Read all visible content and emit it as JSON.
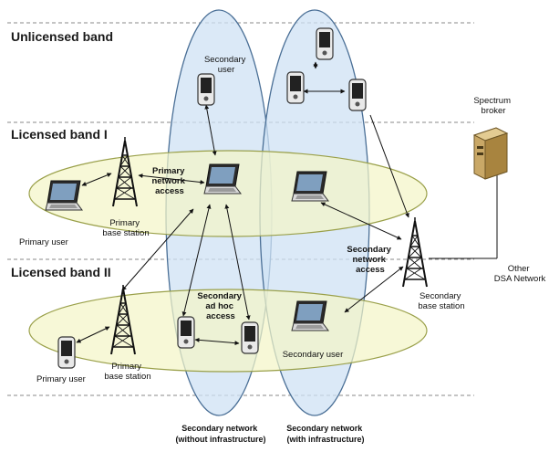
{
  "bands": {
    "unlicensed": "Unlicensed band",
    "licensed_1": "Licensed band I",
    "licensed_2": "Licensed band II"
  },
  "labels": {
    "secondary_user_top_1": "Secondary",
    "secondary_user_top_2": "user",
    "spectrum_broker_1": "Spectrum",
    "spectrum_broker_2": "broker",
    "primary_network_access_1": "Primary",
    "primary_network_access_2": "network",
    "primary_network_access_3": "access",
    "primary_user_1": "Primary user",
    "primary_base_station_1a": "Primary",
    "primary_base_station_1b": "base station",
    "secondary_network_access_1": "Secondary",
    "secondary_network_access_2": "network",
    "secondary_network_access_3": "access",
    "other_dsa_1": "Other",
    "other_dsa_2": "DSA Network",
    "secondary_base_station_1": "Secondary",
    "secondary_base_station_2": "base station",
    "secondary_adhoc_1": "Secondary",
    "secondary_adhoc_2": "ad hoc",
    "secondary_adhoc_3": "access",
    "primary_user_2": "Primary user",
    "primary_base_station_2a": "Primary",
    "primary_base_station_2b": "base station",
    "secondary_user_bottom": "Secondary user",
    "net_without_1": "Secondary network",
    "net_without_2": "(without infrastructure)",
    "net_with_1": "Secondary network",
    "net_with_2": "(with infrastructure)"
  },
  "colors": {
    "ellipse_fill": "#f4f5c8",
    "ellipse_stroke": "#9aa04a",
    "oval_fill": "#cfe2f4",
    "oval_stroke": "#4a6f96",
    "dash": "#8a8a8a"
  },
  "icons": [
    "laptop-icon",
    "phone-icon",
    "tower-icon",
    "server-icon"
  ]
}
